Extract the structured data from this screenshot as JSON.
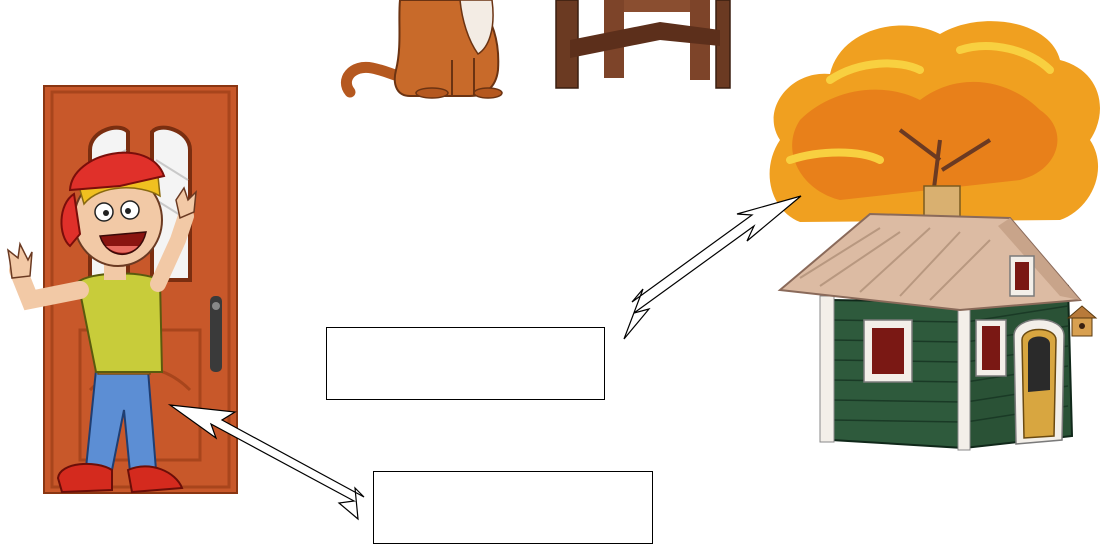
{
  "worksheet": {
    "answer_box_top": {
      "value": ""
    },
    "answer_box_bottom": {
      "value": ""
    }
  },
  "illustrations": [
    {
      "name": "cat",
      "icon": "cat-icon"
    },
    {
      "name": "chair",
      "icon": "chair-icon"
    },
    {
      "name": "door",
      "icon": "door-icon"
    },
    {
      "name": "boy",
      "icon": "boy-icon"
    },
    {
      "name": "tree",
      "icon": "tree-icon"
    },
    {
      "name": "house",
      "icon": "house-icon"
    }
  ],
  "colors": {
    "door": "#c8582a",
    "tree": "#f0a020",
    "house_wall": "#2e5a3c",
    "roof": "#d9b7a0",
    "cat": "#c86a2a",
    "chair": "#6b3a22"
  }
}
